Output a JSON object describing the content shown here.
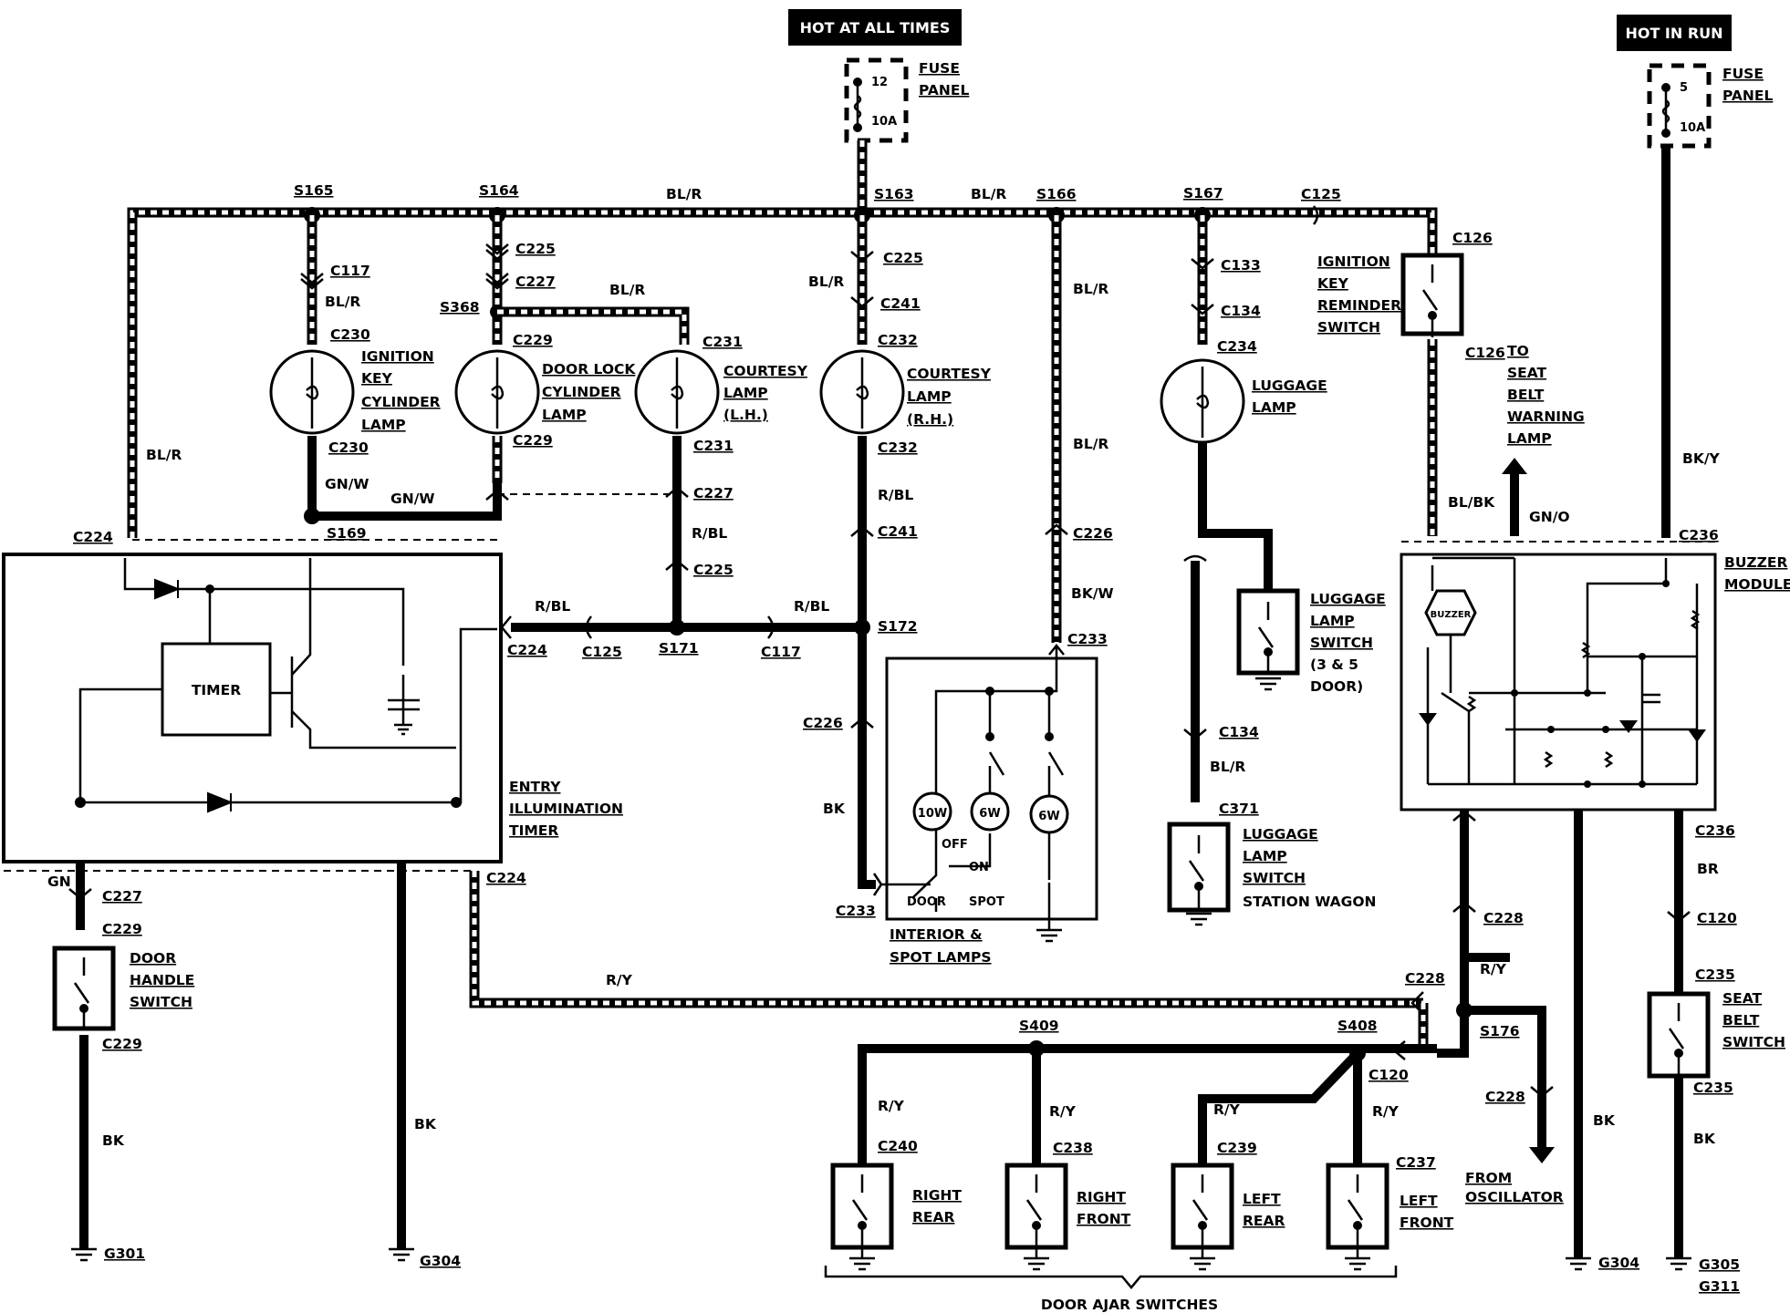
{
  "header": {
    "hot_all_times": "HOT AT ALL TIMES",
    "hot_in_run": "HOT IN RUN"
  },
  "fuses": [
    {
      "num": "12",
      "amp": "10A",
      "label1": "FUSE",
      "label2": "PANEL"
    },
    {
      "num": "5",
      "amp": "10A",
      "label1": "FUSE",
      "label2": "PANEL"
    }
  ],
  "splices": [
    "S165",
    "S164",
    "S163",
    "S166",
    "S167",
    "S368",
    "S169",
    "S171",
    "S172",
    "S409",
    "S408",
    "S176"
  ],
  "connectors": [
    "C125",
    "C117",
    "C225",
    "C227",
    "C230",
    "C229",
    "C231",
    "C232",
    "C241",
    "C226",
    "C233",
    "C133",
    "C134",
    "C234",
    "C371",
    "C126",
    "C236",
    "C224",
    "C228",
    "C120",
    "C235",
    "C240",
    "C238",
    "C239",
    "C237"
  ],
  "wire_colors": [
    "BL/R",
    "GN/W",
    "R/BL",
    "BK/W",
    "BK",
    "BL/BK",
    "GN/O",
    "BK/Y",
    "R/Y",
    "BR",
    "GN"
  ],
  "components": {
    "ignition_key_cylinder_lamp": [
      "IGNITION",
      "KEY",
      "CYLINDER",
      "LAMP"
    ],
    "door_lock_cylinder_lamp": [
      "DOOR LOCK",
      "CYLINDER",
      "LAMP"
    ],
    "courtesy_lamp_lh": [
      "COURTESY",
      "LAMP",
      "(L.H.)"
    ],
    "courtesy_lamp_rh": [
      "COURTESY",
      "LAMP",
      "(R.H.)"
    ],
    "luggage_lamp": [
      "LUGGAGE",
      "LAMP"
    ],
    "ignition_key_reminder_switch": [
      "IGNITION",
      "KEY",
      "REMINDER",
      "SWITCH"
    ],
    "to_seat_belt_warning_lamp": [
      "TO",
      "SEAT",
      "BELT",
      "WARNING",
      "LAMP"
    ],
    "buzzer_module": [
      "BUZZER",
      "MODULE"
    ],
    "buzzer": "BUZZER",
    "timer": "TIMER",
    "entry_illumination_timer": [
      "ENTRY",
      "ILLUMINATION",
      "TIMER"
    ],
    "luggage_lamp_switch_35": [
      "LUGGAGE",
      "LAMP",
      "SWITCH",
      "(3 & 5",
      "DOOR)"
    ],
    "luggage_lamp_switch_wagon": [
      "LUGGAGE",
      "LAMP",
      "SWITCH",
      "STATION WAGON"
    ],
    "interior_spot_lamps": [
      "INTERIOR &",
      "SPOT LAMPS"
    ],
    "bulbs": [
      "10W",
      "6W",
      "6W"
    ],
    "switch_positions": [
      "OFF",
      "ON",
      "DOOR",
      "SPOT"
    ],
    "door_handle_switch": [
      "DOOR",
      "HANDLE",
      "SWITCH"
    ],
    "seat_belt_switch": [
      "SEAT",
      "BELT",
      "SWITCH"
    ],
    "from_oscillator": [
      "FROM",
      "OSCILLATOR"
    ],
    "door_ajar_switches": {
      "right_rear": [
        "RIGHT",
        "REAR"
      ],
      "right_front": [
        "RIGHT",
        "FRONT"
      ],
      "left_rear": [
        "LEFT",
        "REAR"
      ],
      "left_front": [
        "LEFT",
        "FRONT"
      ],
      "caption": "DOOR AJAR SWITCHES"
    }
  },
  "grounds": [
    "G301",
    "G304",
    "G304",
    "G305",
    "G311"
  ]
}
